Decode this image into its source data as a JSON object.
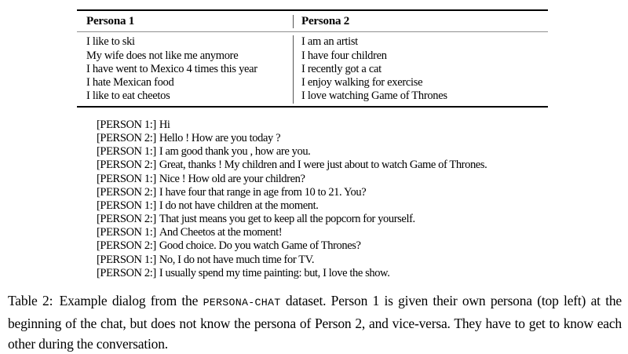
{
  "colors": {
    "background": "#ffffff",
    "text": "#000000",
    "rule_heavy": "#000000",
    "rule_light": "#8f8f8f",
    "column_divider": "#555555"
  },
  "table": {
    "columns": [
      "Persona 1",
      "Persona 2"
    ],
    "persona1": [
      "I like to ski",
      "My wife does not like me anymore",
      "I have went to Mexico 4 times this year",
      "I hate Mexican food",
      "I like to eat cheetos"
    ],
    "persona2": [
      "I am an artist",
      "I have four children",
      "I recently got a cat",
      "I enjoy walking for exercise",
      "I love watching Game of Thrones"
    ]
  },
  "dialog": {
    "turns": [
      {
        "speaker": "[PERSON 1:]",
        "text": "Hi"
      },
      {
        "speaker": "[PERSON 2:]",
        "text": "Hello ! How are you today ?"
      },
      {
        "speaker": "[PERSON 1:]",
        "text": "I am good thank you , how are you."
      },
      {
        "speaker": "[PERSON 2:]",
        "text": "Great, thanks ! My children and I were just about to watch Game of Thrones."
      },
      {
        "speaker": "[PERSON 1:]",
        "text": "Nice ! How old are your children?"
      },
      {
        "speaker": "[PERSON 2:]",
        "text": "I have four that range in age from 10 to 21. You?"
      },
      {
        "speaker": "[PERSON 1:]",
        "text": "I do not have children at the moment."
      },
      {
        "speaker": "[PERSON 2:]",
        "text": "That just means you get to keep all the popcorn for yourself."
      },
      {
        "speaker": "[PERSON 1:]",
        "text": "And Cheetos at the moment!"
      },
      {
        "speaker": "[PERSON 2:]",
        "text": "Good choice. Do you watch Game of Thrones?"
      },
      {
        "speaker": "[PERSON 1:]",
        "text": "No, I do not have much time for TV."
      },
      {
        "speaker": "[PERSON 2:]",
        "text": "I usually spend my time painting: but, I love the show."
      }
    ]
  },
  "caption": {
    "label": "Table 2:",
    "before_dataset": "Example dialog from the ",
    "dataset_name": "PERSONA-CHAT",
    "after_dataset": " dataset. Person 1 is given their own persona (top left) at the beginning of the chat, but does not know the persona of Person 2, and vice-versa. They have to get to know each other during the conversation."
  }
}
